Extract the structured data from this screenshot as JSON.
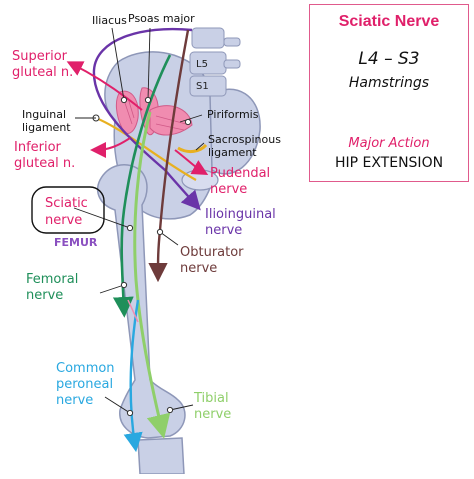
{
  "info": {
    "nerve": "Sciatic Nerve",
    "roots": "L4 – S3",
    "muscles": "Hamstrings",
    "action_heading": "Major Action",
    "action": "HIP EXTENSION"
  },
  "vertebrae": {
    "l5": "L5",
    "s1": "S1"
  },
  "labels": {
    "iliacus": "Iliacus",
    "psoas": "Psoas major",
    "superior_1": "Superior",
    "superior_2": "gluteal n.",
    "inguinal_1": "Inguinal",
    "inguinal_2": "ligament",
    "inferior_1": "Inferior",
    "inferior_2": "gluteal n.",
    "piriformis": "Piriformis",
    "sacrospinous_1": "Sacrospinous",
    "sacrospinous_2": "ligament",
    "pudendal_1": "Pudendal",
    "pudendal_2": "nerve",
    "sciatic_1": "Sciatic",
    "sciatic_2": "nerve",
    "ilioinguinal_1": "Ilioinguinal",
    "ilioinguinal_2": "nerve",
    "femur": "FEMUR",
    "obturator_1": "Obturator",
    "obturator_2": "nerve",
    "femoral_1": "Femoral",
    "femoral_2": "nerve",
    "common_1": "Common",
    "common_2": "peroneal",
    "common_3": "nerve",
    "tibial_1": "Tibial",
    "tibial_2": "nerve"
  },
  "colors": {
    "accent": "#e0206a",
    "bone": "#c9d0e6",
    "bone_edge": "#8e97b8",
    "sciatic": "#8fcf6a",
    "femoral": "#1f8f5a",
    "obturator": "#6e3b3b",
    "ilioinguinal": "#6a34a8",
    "peroneal": "#29a8e0",
    "inguinal": "#e8b020",
    "muscle": "#f08cb0"
  }
}
